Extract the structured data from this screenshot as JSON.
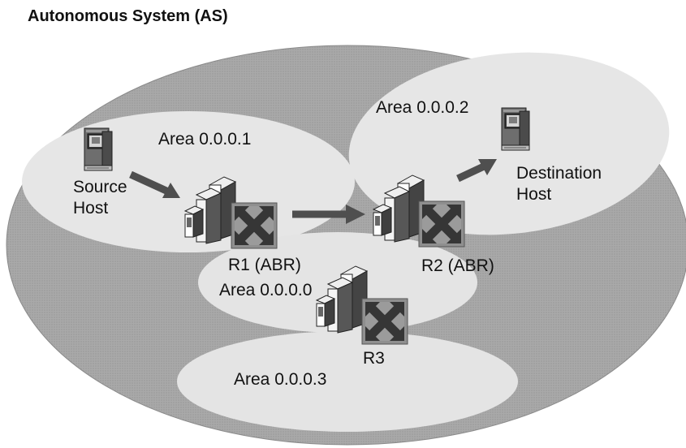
{
  "title": "Autonomous System (AS)",
  "areas": {
    "area1": "Area 0.0.0.1",
    "area2": "Area 0.0.0.2",
    "area0": "Area 0.0.0.0",
    "area3": "Area 0.0.0.3"
  },
  "hosts": {
    "source": {
      "line1": "Source",
      "line2": "Host"
    },
    "destination": {
      "line1": "Destination",
      "line2": "Host"
    }
  },
  "routers": {
    "r1": "R1 (ABR)",
    "r2": "R2 (ABR)",
    "r3": "R3"
  },
  "colors": {
    "as_fill": "#a7a7a7",
    "area_fill": "#e4e4e4",
    "arrow": "#4f4f4f",
    "x_box": "#8f8f8f",
    "x_mark": "#363636"
  },
  "icons": [
    "host-computer-icon",
    "router-server-icon",
    "switch-x-icon",
    "right-arrow-icon"
  ]
}
